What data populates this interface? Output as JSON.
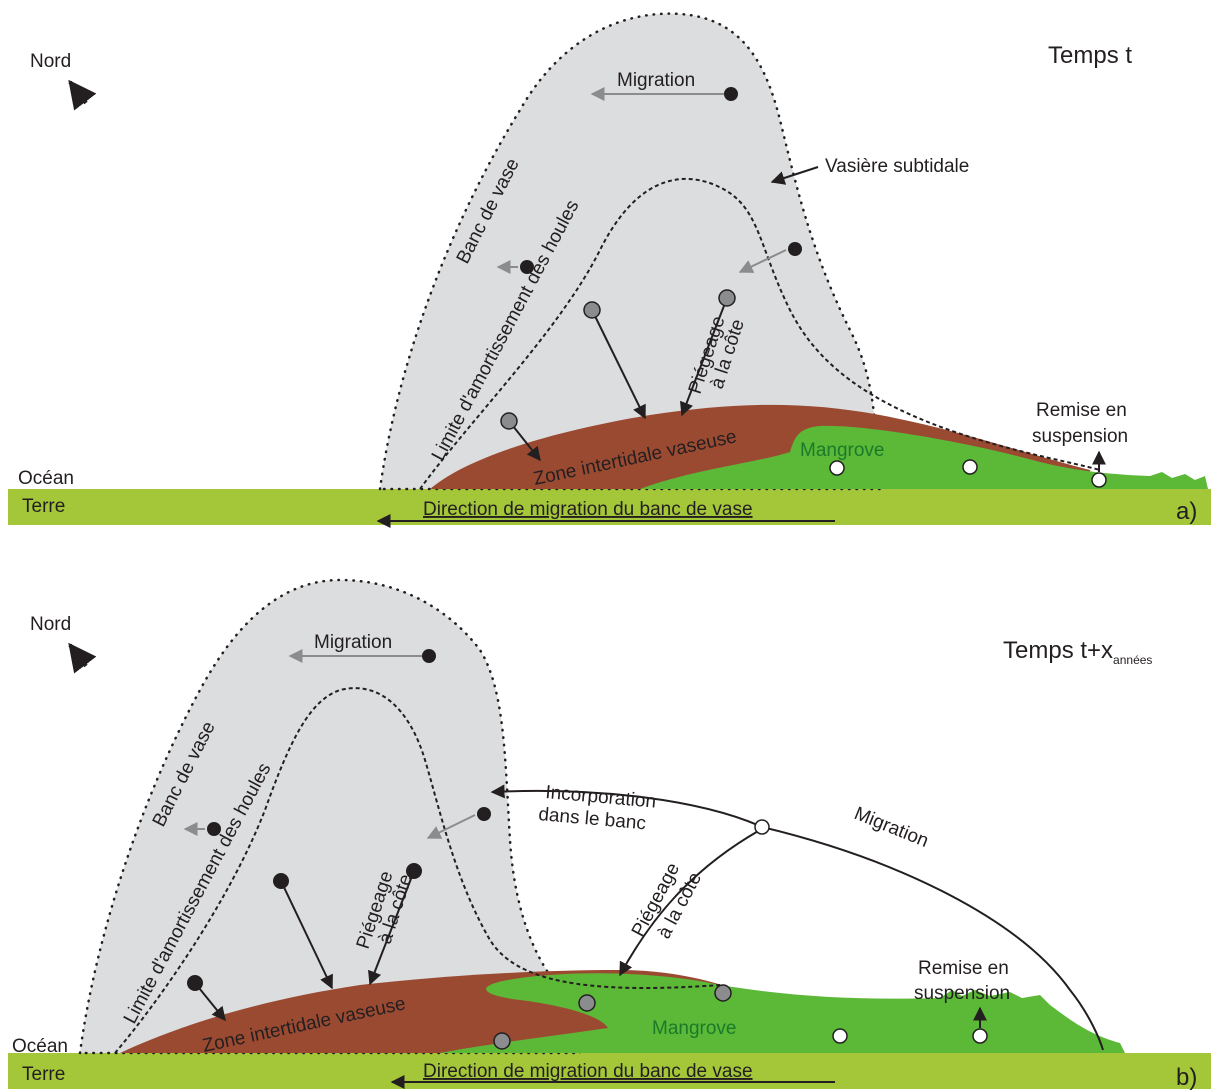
{
  "panels": {
    "a": {
      "time": "Temps t",
      "panel_letter": "a)",
      "north": "Nord",
      "ocean": "Océan",
      "land": "Terre",
      "migration": "Migration",
      "mud_bank": "Banc de vase",
      "subtidal": "Vasière subtidale",
      "wave_limit": "Limite d'amortissement des houles",
      "trap_line1": "Piégeage",
      "trap_line2": "à la côte",
      "intertidal": "Zone intertidale vaseuse",
      "mangrove": "Mangrove",
      "resusp_line1": "Remise en",
      "resusp_line2": "suspension",
      "direction": "Direction de migration du banc de vase"
    },
    "b": {
      "time_base": "Temps t+x",
      "time_sub": "années",
      "panel_letter": "b)",
      "north": "Nord",
      "ocean": "Océan",
      "land": "Terre",
      "migration": "Migration",
      "mud_bank": "Banc de vase",
      "wave_limit": "Limite d'amortissement des houles",
      "incorp_line1": "Incorporation",
      "incorp_line2": "dans le banc",
      "migration_path": "Migration",
      "trap_line1": "Piégeage",
      "trap_line2": "à la côte",
      "intertidal": "Zone intertidale vaseuse",
      "mangrove": "Mangrove",
      "resusp_line1": "Remise en",
      "resusp_line2": "suspension",
      "direction": "Direction de migration du banc de vase"
    }
  },
  "colors": {
    "land": "#a4c639",
    "mud_bank": "#dcdddf",
    "intertidal": "#9b4a32",
    "mangrove": "#5cb938",
    "mangrove_text": "#1a7a2a",
    "grey_arrow": "#8a8c8e",
    "dark_particle": "#231f20",
    "grey_particle": "#8a8c8e",
    "white_particle": "#ffffff"
  }
}
